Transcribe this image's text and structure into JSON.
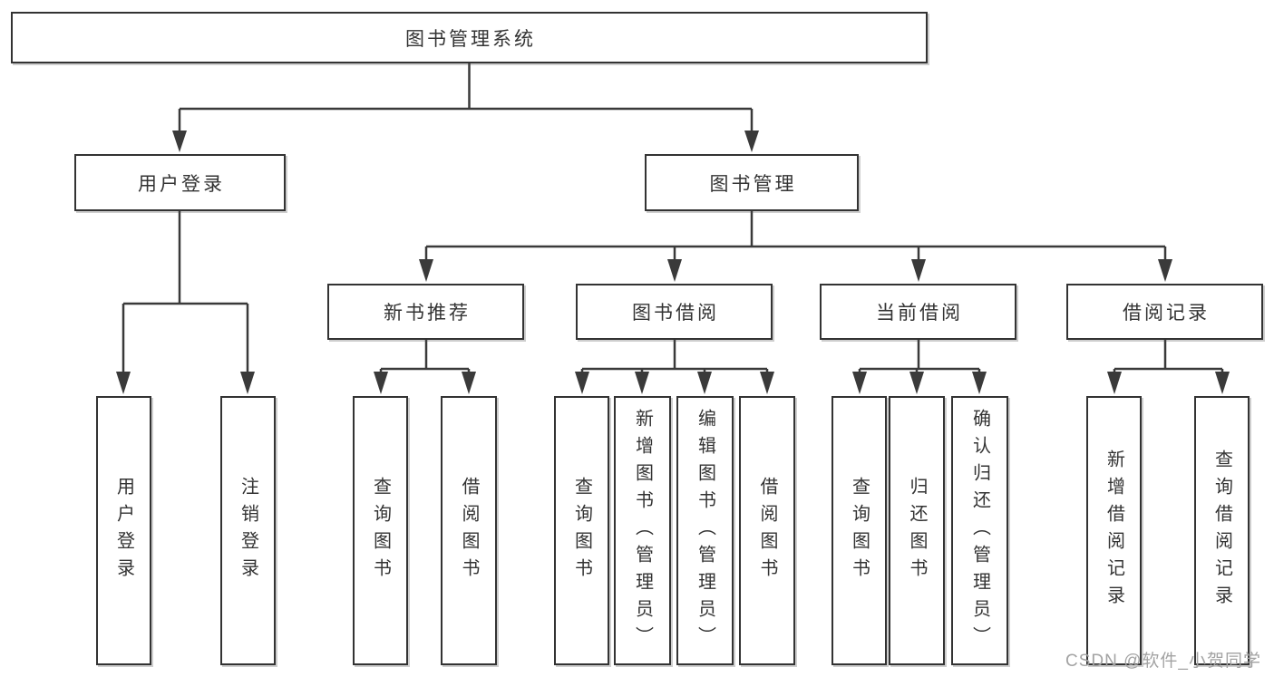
{
  "diagram": {
    "title": "图书管理系统",
    "type": "hierarchy-tree",
    "colors": {
      "line": "#3a3a3a",
      "box_border": "#333333",
      "box_fill": "#ffffff",
      "text": "#333333",
      "watermark_text": "#a3a3a3",
      "background": "#ffffff"
    },
    "tree": {
      "label": "图书管理系统",
      "children": [
        {
          "label": "用户登录",
          "children": [
            {
              "label": "用户登录"
            },
            {
              "label": "注销登录"
            }
          ]
        },
        {
          "label": "图书管理",
          "children": [
            {
              "label": "新书推荐",
              "children": [
                {
                  "label": "查询图书"
                },
                {
                  "label": "借阅图书"
                }
              ]
            },
            {
              "label": "图书借阅",
              "children": [
                {
                  "label": "查询图书"
                },
                {
                  "label": "新增图书（管理员）"
                },
                {
                  "label": "编辑图书（管理员）"
                },
                {
                  "label": "借阅图书"
                }
              ]
            },
            {
              "label": "当前借阅",
              "children": [
                {
                  "label": "查询图书"
                },
                {
                  "label": "归还图书"
                },
                {
                  "label": "确认归还（管理员）"
                }
              ]
            },
            {
              "label": "借阅记录",
              "children": [
                {
                  "label": "新增借阅记录"
                },
                {
                  "label": "查询借阅记录"
                }
              ]
            }
          ]
        }
      ]
    },
    "watermark": "CSDN @软件_小贺同学"
  }
}
